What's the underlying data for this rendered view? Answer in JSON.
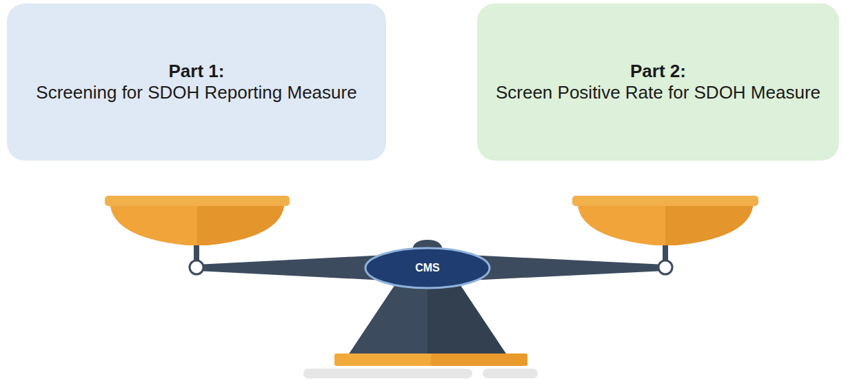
{
  "diagram": {
    "nodes": [
      {
        "text": [
          "Part 1:",
          "Screening for SDOH Reporting Measure"
        ]
      },
      {
        "text": [
          "Part 2:",
          "Screen Positive Rate for SDOH Measure"
        ]
      },
      {
        "text": [
          "CMS"
        ]
      }
    ]
  }
}
